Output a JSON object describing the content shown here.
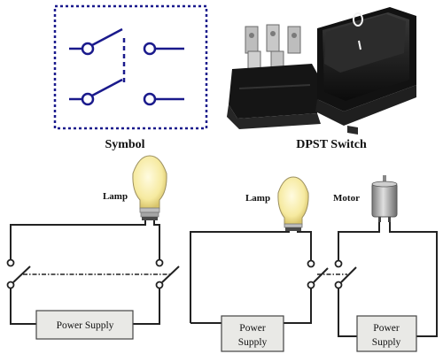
{
  "figure": {
    "symbol_caption": "Symbol",
    "photo_caption": "DPST Switch",
    "switch_mark_on": "I",
    "switch_mark_off": "O"
  },
  "circuit_left": {
    "lamp_label": "Lamp",
    "supply_label": "Power Supply"
  },
  "circuit_right": {
    "lamp_label": "Lamp",
    "motor_label": "Motor",
    "supply_left_line1": "Power",
    "supply_left_line2": "Supply",
    "supply_right_line1": "Power",
    "supply_right_line2": "Supply"
  },
  "colors": {
    "symbol_blue": "#1a1a8c",
    "wire": "#222222",
    "supply_fill": "#e9e9e6",
    "lamp_glass": "#f6eaa0",
    "switch_body": "#141414",
    "terminal_metal": "#b9b9b9"
  }
}
